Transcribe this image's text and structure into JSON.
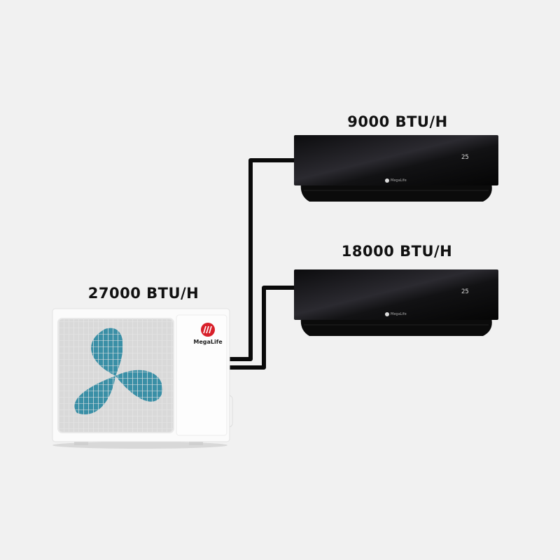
{
  "indoor_units": [
    {
      "capacity": "9000 BTU/H",
      "display": "25",
      "brand": "MegaLife"
    },
    {
      "capacity": "18000 BTU/H",
      "display": "25",
      "brand": "MegaLife"
    }
  ],
  "outdoor_unit": {
    "capacity": "27000 BTU/H",
    "brand": "MegaLife"
  },
  "colors": {
    "background": "#f1f1f1",
    "pipe": "#0a0a0a",
    "fan": "#3a8fa6",
    "logo": "#d8202a"
  }
}
